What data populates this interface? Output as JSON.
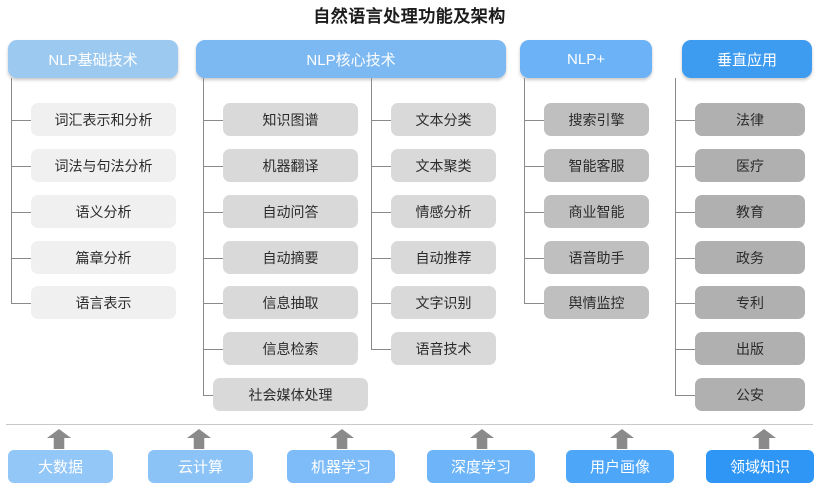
{
  "title": "自然语言处理功能及架构",
  "columns": [
    {
      "id": "nlp-basic",
      "header": "NLP基础技术",
      "header_color": "#9cc9f0",
      "leaf_color": "#f0f0f0",
      "items": [
        "词汇表示和分析",
        "词法与句法分析",
        "语义分析",
        "篇章分析",
        "语言表示"
      ]
    },
    {
      "id": "nlp-core",
      "header": "NLP核心技术",
      "header_color": "#7cb8f2",
      "leaf_color": "#d9d9d9",
      "items": [
        "知识图谱",
        "机器翻译",
        "自动问答",
        "自动摘要",
        "信息抽取",
        "信息检索",
        "社会媒体处理"
      ],
      "items_b": [
        "文本分类",
        "文本聚类",
        "情感分析",
        "自动推荐",
        "文字识别",
        "语音技术"
      ]
    },
    {
      "id": "nlp-plus",
      "header": "NLP+",
      "header_color": "#6cb2f7",
      "leaf_color": "#bfbfbf",
      "items": [
        "搜索引擎",
        "智能客服",
        "商业智能",
        "语音助手",
        "舆情监控"
      ]
    },
    {
      "id": "vertical-app",
      "header": "垂直应用",
      "header_color": "#3d9bf0",
      "leaf_color": "#b0b0b0",
      "items": [
        "法律",
        "医疗",
        "教育",
        "政务",
        "专利",
        "出版",
        "公安"
      ]
    }
  ],
  "foundation": {
    "items": [
      {
        "label": "大数据",
        "color": "#93c7f7"
      },
      {
        "label": "云计算",
        "color": "#8cc3f7"
      },
      {
        "label": "机器学习",
        "color": "#7dbcf8"
      },
      {
        "label": "深度学习",
        "color": "#6db4f8"
      },
      {
        "label": "用户画像",
        "color": "#4ea6f8"
      },
      {
        "label": "领域知识",
        "color": "#2f96f5"
      }
    ],
    "arrow_icon": "up-arrow-icon"
  },
  "watermark": ""
}
